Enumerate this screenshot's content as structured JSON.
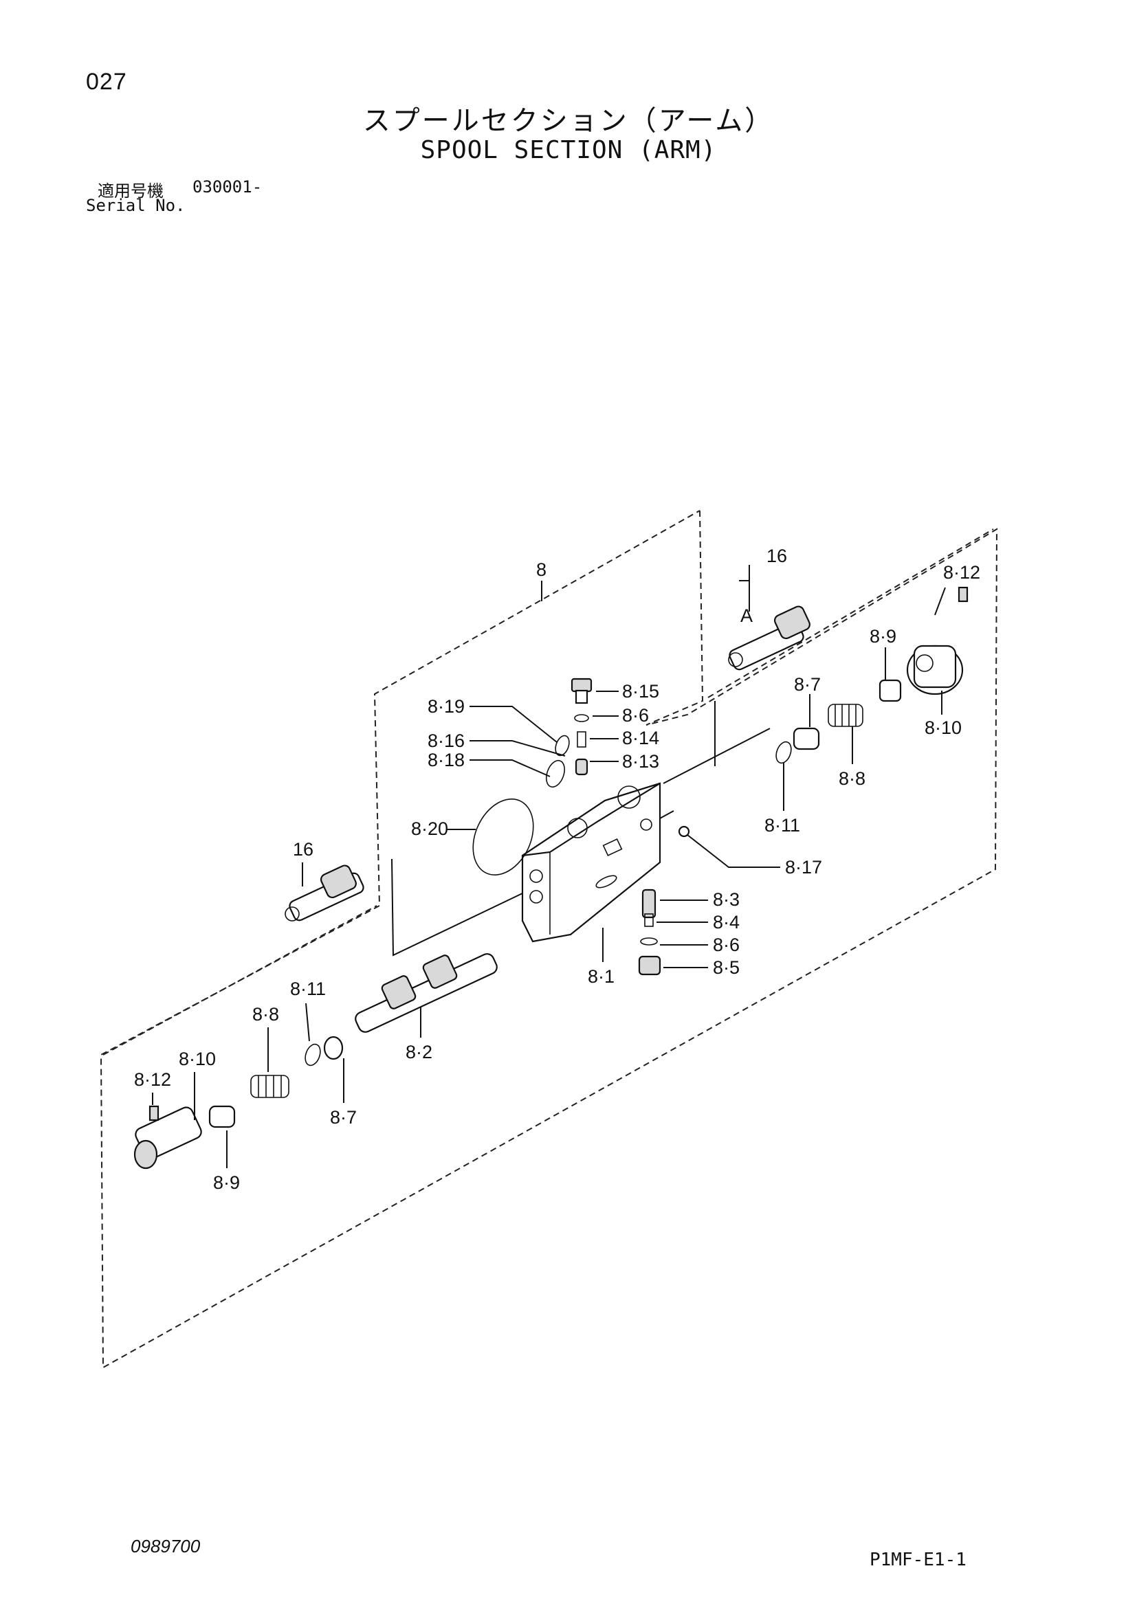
{
  "page_number": "027",
  "title_jp": "スプールセクション（アーム）",
  "title_en": "SPOOL SECTION (ARM)",
  "serial": {
    "label_jp": "適用号機",
    "value": "030001-",
    "label_en": "Serial No."
  },
  "callouts": {
    "c8": "8",
    "c16_top": "16",
    "a_mark": "A",
    "c8_12_top": "8·12",
    "c8_15": "8·15",
    "c8_6_top": "8·6",
    "c8_19": "8·19",
    "c8_14": "8·14",
    "c8_16": "8·16",
    "c8_13": "8·13",
    "c8_18": "8·18",
    "c8_9_top": "8·9",
    "c8_7_top": "8·7",
    "c8_10_top": "8·10",
    "c8_8_top": "8·8",
    "c8_20": "8·20",
    "c8_11_top": "8·11",
    "c8_17": "8·17",
    "c16_left": "16",
    "c8_3": "8·3",
    "c8_4": "8·4",
    "c8_6_bottom": "8·6",
    "c8_5": "8·5",
    "c8_1": "8·1",
    "c8_11_bottom": "8·11",
    "c8_8_bottom": "8·8",
    "c8_2": "8·2",
    "c8_10_bottom": "8·10",
    "c8_12_bottom": "8·12",
    "c8_7_bottom": "8·7",
    "c8_9_bottom": "8·9"
  },
  "doc_code": "0989700",
  "page_code": "P1MF-E1-1"
}
